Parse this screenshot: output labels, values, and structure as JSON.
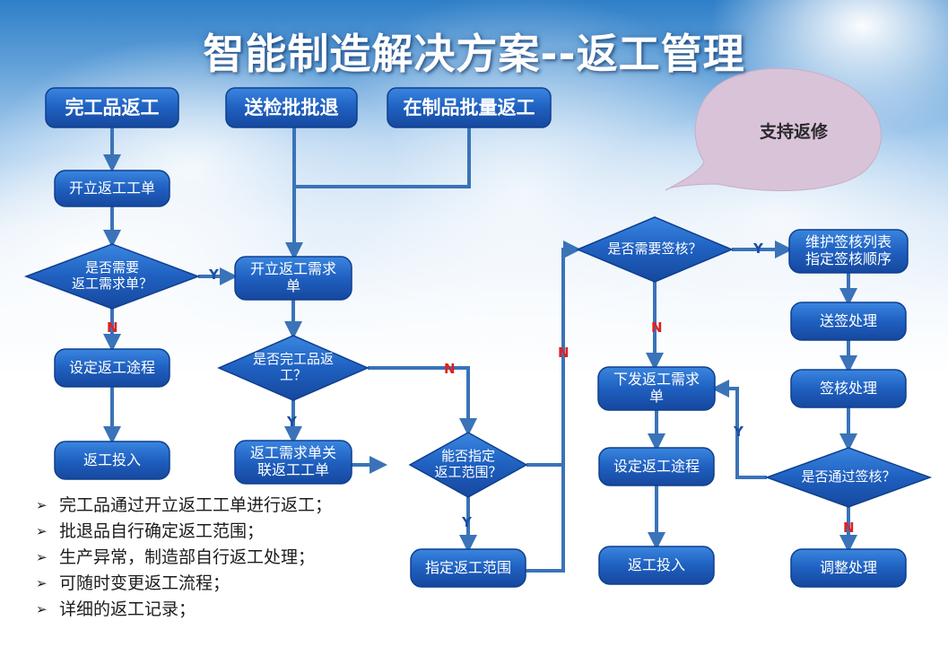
{
  "title": "智能制造解决方案--返工管理",
  "callout": {
    "label": "支持返修"
  },
  "sources": {
    "finished": "完工品返工",
    "inspection": "送检批批退",
    "wip": "在制品批量返工"
  },
  "flow": {
    "open_rework_order": "开立返工工单",
    "need_request": "是否需要\n返工需求单？",
    "set_route_left": "设定返工途程",
    "rework_input_left": "返工投入",
    "open_request": "开立返工需求\n单",
    "is_finished": "是否完工品返\n工？",
    "link_order": "返工需求单关\n联返工工单",
    "can_specify": "能否指定\n返工范围？",
    "specify_scope": "指定返工范围",
    "need_signoff": "是否需要签核？",
    "maintain_list": "维护签核列表\n指定签核顺序",
    "send_sign": "送签处理",
    "sign_process": "签核处理",
    "pass_sign": "是否通过签核？",
    "adjust": "调整处理",
    "issue_request": "下发返工需求\n单",
    "set_route_right": "设定返工途程",
    "rework_input_right": "返工投入"
  },
  "marks": {
    "need_request_yes": "Y",
    "need_request_no": "N",
    "is_finished_yes": "Y",
    "is_finished_no": "N",
    "can_specify_yes": "Y",
    "can_specify_no": "N",
    "need_signoff_yes": "Y",
    "need_signoff_no": "N",
    "pass_sign_yes": "Y",
    "pass_sign_no": "N"
  },
  "notes": [
    "完工品通过开立返工工单进行返工；",
    "批退品自行确定返工范围；",
    "生产异常，制造部自行返工处理；",
    "可随时变更返工流程；",
    "详细的返工记录；"
  ],
  "bullet_glyph": "➢",
  "colors": {
    "node_fill": "#1f5fbd",
    "node_border": "#0e3f8f",
    "arrow": "#3a73b8",
    "callout_fill": "#d9c3d9",
    "yes_mark": "#1b4fa0",
    "no_mark": "#e02020"
  }
}
